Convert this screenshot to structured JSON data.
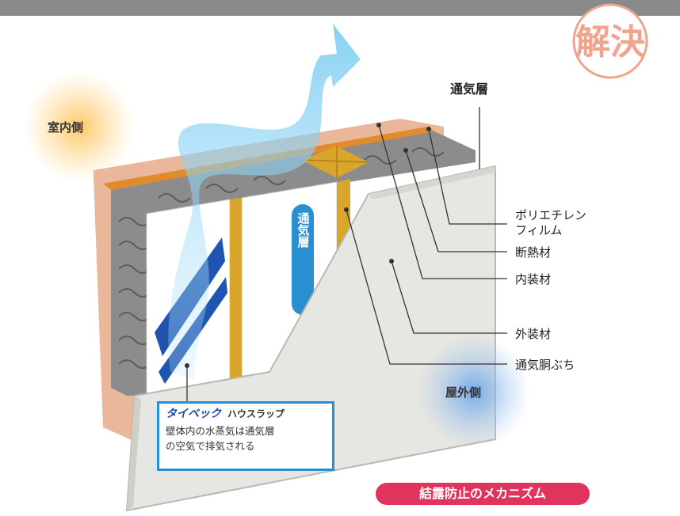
{
  "header": {
    "bar": ""
  },
  "stamp": {
    "text": "解決"
  },
  "sides": {
    "indoor": "室内側",
    "outdoor": "屋外側"
  },
  "labels": {
    "ventilation_layer": "通気層",
    "polyethylene_line1": "ポリエチレン",
    "polyethylene_line2": "フィルム",
    "insulation": "断熱材",
    "interior": "内装材",
    "exterior": "外装材",
    "furring": "通気胴ぶち"
  },
  "panel": {
    "vertical_text": "通気層"
  },
  "caption": {
    "brand": "タイベック",
    "product": "ハウスラップ",
    "line1": "壁体内の水蒸気は通気層",
    "line2": "の空気で排気される"
  },
  "title": {
    "text": "結露防止のメカニズム"
  },
  "colors": {
    "accent": "#e0335e",
    "caption_border": "#2a8fd0",
    "air": "#8fd3f5",
    "wood": "#d9a52a"
  }
}
